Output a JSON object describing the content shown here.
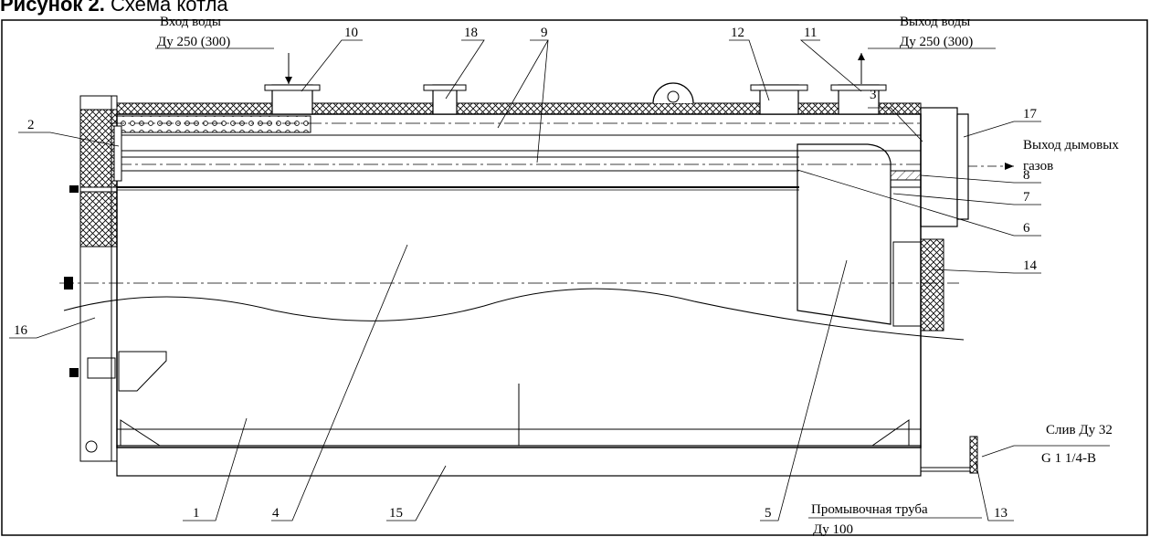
{
  "caption": {
    "prefix": "Рисунок 2.",
    "title": "Схема котла"
  },
  "callouts": [
    "1",
    "2",
    "3",
    "4",
    "5",
    "6",
    "7",
    "8",
    "9",
    "10",
    "11",
    "12",
    "13",
    "14",
    "15",
    "16",
    "17",
    "18"
  ],
  "annotations": {
    "water_in": "Вход воды",
    "water_in_dn": "Ду 250 (300)",
    "water_out": "Выход воды",
    "water_out_dn": "Ду 250 (300)",
    "flue_out_1": "Выход дымовых",
    "flue_out_2": "газов",
    "drain": "Слив Ду 32",
    "drain_thread": "G 1 1/4-B",
    "flush_pipe": "Промывочная труба",
    "flush_pipe_dn": "Ду 100"
  }
}
